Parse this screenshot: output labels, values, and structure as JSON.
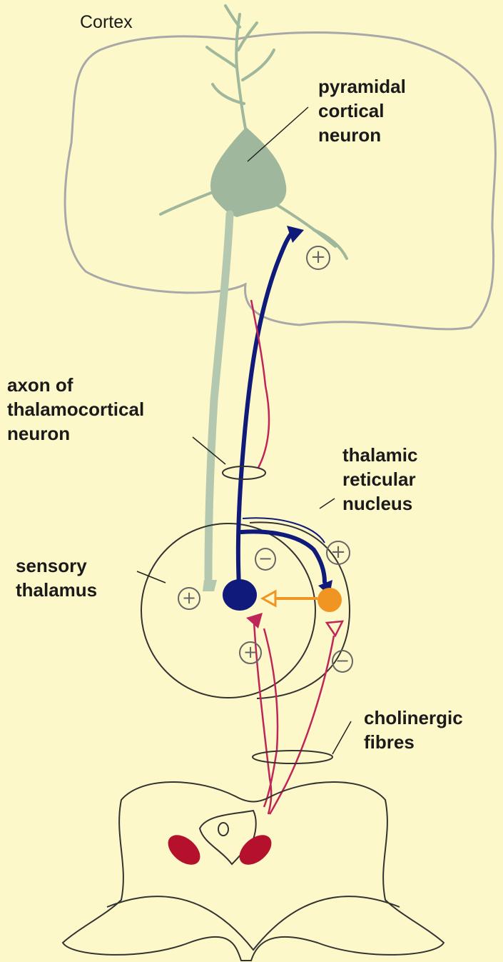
{
  "labels": {
    "cortex": "Cortex",
    "pyramidal": [
      "pyramidal",
      "cortical",
      "neuron"
    ],
    "axon": [
      "axon of",
      "thalamocortical",
      "neuron"
    ],
    "reticular": [
      "thalamic",
      "reticular",
      "nucleus"
    ],
    "sensory": [
      "sensory",
      "thalamus"
    ],
    "cholinergic": [
      "cholinergic",
      "fibres"
    ]
  },
  "signs": {
    "plus": "+",
    "minus": "−"
  },
  "colors": {
    "background": "#fdf8c9",
    "outline": "#a8a8a8",
    "pyramidal_neuron": "#9fb79c",
    "thalamocortical_neuron": "#0f1a7a",
    "reticular_neuron": "#f09422",
    "cholinergic_fibre": "#c0255a",
    "brainstem_nucleus": "#b5102c"
  }
}
